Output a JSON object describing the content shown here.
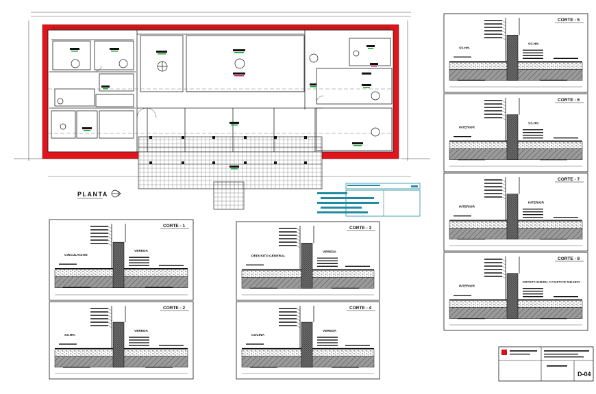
{
  "plan": {
    "label": "PLANTA"
  },
  "sections": [
    {
      "title": "CORTE - 1",
      "left_label": "CIRCULACION",
      "right_label": "VEREDA"
    },
    {
      "title": "CORTE - 2",
      "left_label": "SS.HH.",
      "right_label": "VEREDA"
    },
    {
      "title": "CORTE - 3",
      "left_label": "DEPOSITO GENERAL",
      "right_label": "VEREDA"
    },
    {
      "title": "CORTE - 4",
      "left_label": "COCINA",
      "right_label": "VEREDA"
    },
    {
      "title": "CORTE - 5",
      "left_label": "SS.HH.",
      "right_label": "SS.HH."
    },
    {
      "title": "CORTE - 6",
      "left_label": "INTERIOR",
      "right_label": "SS.HH."
    },
    {
      "title": "CORTE - 7",
      "left_label": "INTERIOR",
      "right_label": "INTERIOR"
    },
    {
      "title": "CORTE - 8",
      "left_label": "INTERIOR",
      "right_label": "DEPOSITO GENERAL O CUARTO DE TABLEROS"
    }
  ],
  "title_block": {
    "sheet": "D-04"
  },
  "colors": {
    "wall_red": "#e0141a",
    "legend_teal": "#1f8aa0",
    "green": "#0fa52a",
    "magenta": "#d0137a"
  }
}
